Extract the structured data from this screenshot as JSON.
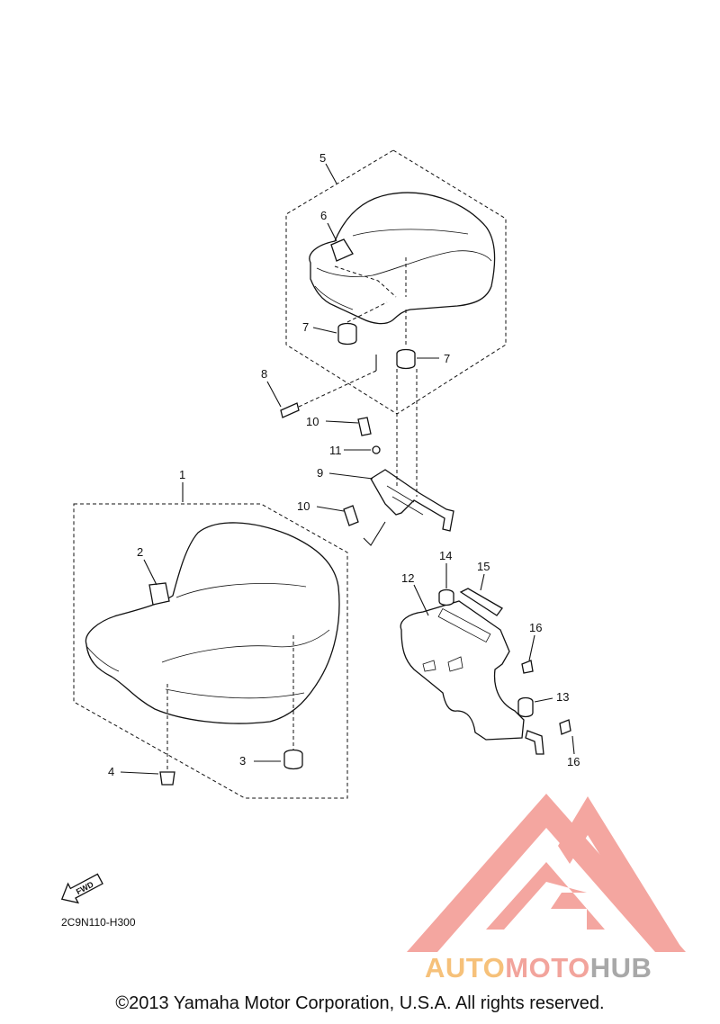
{
  "callouts": [
    {
      "id": "c1",
      "label": "1"
    },
    {
      "id": "c2",
      "label": "2"
    },
    {
      "id": "c3",
      "label": "3"
    },
    {
      "id": "c4",
      "label": "4"
    },
    {
      "id": "c5",
      "label": "5"
    },
    {
      "id": "c6",
      "label": "6"
    },
    {
      "id": "c7a",
      "label": "7"
    },
    {
      "id": "c7b",
      "label": "7"
    },
    {
      "id": "c8",
      "label": "8"
    },
    {
      "id": "c9",
      "label": "9"
    },
    {
      "id": "c10a",
      "label": "10"
    },
    {
      "id": "c10b",
      "label": "10"
    },
    {
      "id": "c11",
      "label": "11"
    },
    {
      "id": "c12",
      "label": "12"
    },
    {
      "id": "c13",
      "label": "13"
    },
    {
      "id": "c14",
      "label": "14"
    },
    {
      "id": "c15",
      "label": "15"
    },
    {
      "id": "c16a",
      "label": "16"
    },
    {
      "id": "c16b",
      "label": "16"
    }
  ],
  "fwd_label": "FWD",
  "diagram_code": "2C9N110-H300",
  "watermark": {
    "brand_part1": "AUTO",
    "brand_part2": "MOTO",
    "brand_part3": "HUB",
    "colors": {
      "logo": "#f4a6a0",
      "part1": "#f6c17a",
      "part2": "#f2a49c",
      "part3": "#a8a8a8"
    }
  },
  "copyright": "©2013 Yamaha Motor Corporation, U.S.A. All rights reserved."
}
